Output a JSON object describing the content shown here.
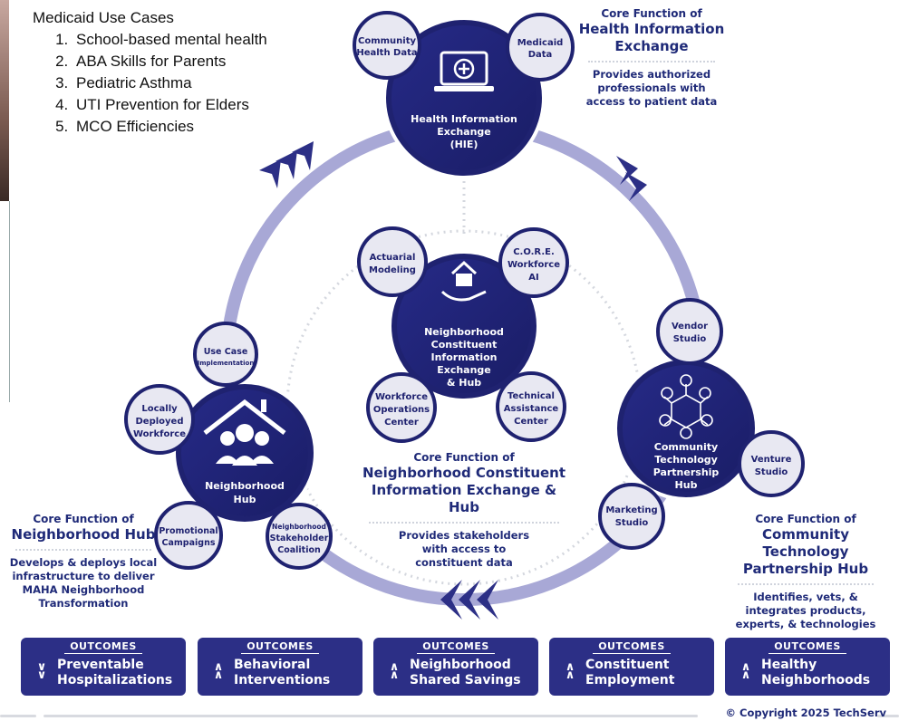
{
  "use_cases": {
    "title": "Medicaid Use Cases",
    "items": [
      "School-based mental health",
      "ABA Skills for Parents",
      "Pediatric Asthma",
      "UTI Prevention for Elders",
      "MCO Efficiencies"
    ]
  },
  "hubs": {
    "hie": {
      "line1": "Health Information",
      "line2": "Exchange",
      "line3": "(HIE)"
    },
    "center": {
      "line1": "Neighborhood",
      "line2": "Constituent",
      "line3": "Information",
      "line4": "Exchange",
      "line5": "& Hub"
    },
    "neighborhood": {
      "line1": "Neighborhood",
      "line2": "Hub"
    },
    "tech": {
      "line1": "Community",
      "line2": "Technology",
      "line3": "Partnership",
      "line4": "Hub"
    }
  },
  "satellites": {
    "community_health_data": [
      "Community",
      "Health Data"
    ],
    "medicaid_data": [
      "Medicaid",
      "Data"
    ],
    "actuarial": [
      "Actuarial",
      "Modeling"
    ],
    "core_ai": [
      "C.O.R.E.",
      "Workforce",
      "AI"
    ],
    "workforce_ops": [
      "Workforce",
      "Operations",
      "Center"
    ],
    "technical_assistance": [
      "Technical",
      "Assistance",
      "Center"
    ],
    "use_case_impl": [
      "Use Case",
      "Implementation"
    ],
    "locally_deployed": [
      "Locally",
      "Deployed",
      "Workforce"
    ],
    "promotional": [
      "Promotional",
      "Campaigns"
    ],
    "stakeholder_coalition": [
      "Neighborhood",
      "Stakeholder",
      "Coalition"
    ],
    "vendor_studio": [
      "Vendor",
      "Studio"
    ],
    "venture_studio": [
      "Venture",
      "Studio"
    ],
    "marketing_studio": [
      "Marketing",
      "Studio"
    ]
  },
  "notes": {
    "hie": {
      "kicker": "Core Function of",
      "title1": "Health Information",
      "title2": "Exchange",
      "desc1": "Provides authorized",
      "desc2": "professionals with",
      "desc3": "access to patient data"
    },
    "center": {
      "kicker": "Core Function of",
      "title1": "Neighborhood Constituent",
      "title2": "Information Exchange & Hub",
      "desc1": "Provides stakeholders",
      "desc2": "with access to",
      "desc3": "constituent data"
    },
    "neighborhood": {
      "kicker": "Core Function of",
      "title1": "Neighborhood Hub",
      "desc1": "Develops & deploys local",
      "desc2": "infrastructure to deliver",
      "desc3": "MAHA Neighborhood",
      "desc4": "Transformation"
    },
    "tech": {
      "kicker": "Core Function of",
      "title1": "Community Technology",
      "title2": "Partnership Hub",
      "desc1": "Identifies, vets, &",
      "desc2": "integrates products,",
      "desc3": "experts, & technologies"
    }
  },
  "outcomes": {
    "header": "OUTCOMES",
    "items": [
      {
        "line1": "Preventable",
        "line2": "Hospitalizations",
        "direction": "down"
      },
      {
        "line1": "Behavioral",
        "line2": "Interventions",
        "direction": "up"
      },
      {
        "line1": "Neighborhood",
        "line2": "Shared Savings",
        "direction": "up"
      },
      {
        "line1": "Constituent",
        "line2": "Employment",
        "direction": "up"
      },
      {
        "line1": "Healthy",
        "line2": "Neighborhoods",
        "direction": "up"
      }
    ]
  },
  "footer": {
    "copyright": "© Copyright 2025 TechServ"
  },
  "colors": {
    "hub_navy": "#1f2270",
    "outcome_bg": "#2c2f86",
    "ring": "#a8a8d6",
    "satellite_fill": "#e8e8f2",
    "title_text": "#1f2a78"
  }
}
